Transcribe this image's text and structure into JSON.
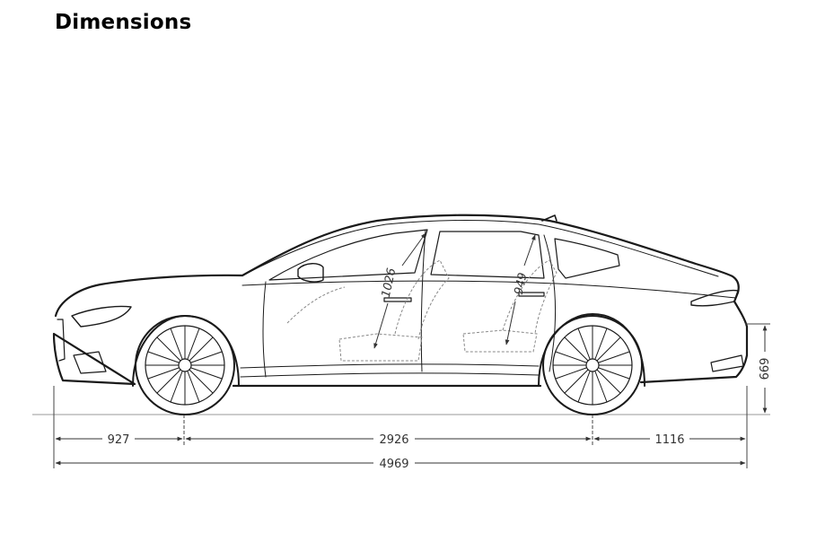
{
  "title": "Dimensions",
  "colors": {
    "line": "#1a1a1a",
    "thin": "#555555",
    "ground": "#bbbbbb"
  },
  "dimensions": {
    "front_overhang": "927",
    "wheelbase": "2926",
    "rear_overhang": "1116",
    "overall_length": "4969",
    "rear_height": "669",
    "front_headroom": "1026",
    "rear_headroom": "949"
  }
}
